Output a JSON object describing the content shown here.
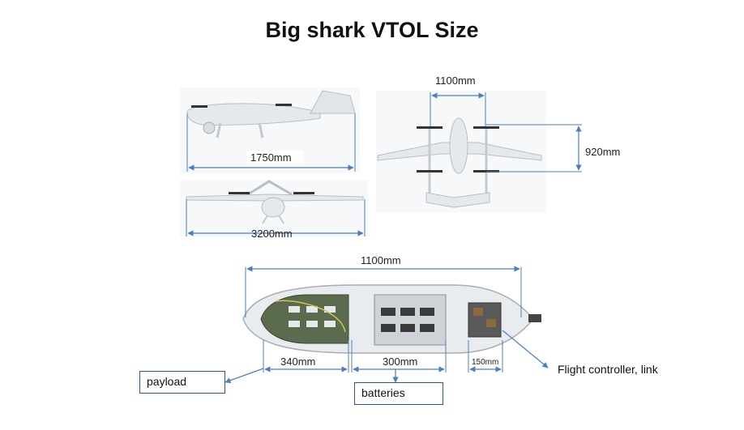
{
  "title": "Big shark VTOL Size",
  "dimensions": {
    "side_length": "1750mm",
    "wingspan": "3200mm",
    "top_rotor_spacing": "1100mm",
    "top_rotor_height": "920mm",
    "fuselage_length": "1100mm",
    "payload_bay": "340mm",
    "battery_bay": "300mm",
    "fc_bay": "150mm"
  },
  "callouts": {
    "payload": "payload",
    "batteries": "batteries",
    "flight_controller": "Flight controller, link"
  },
  "colors": {
    "dimension_line": "#4a7fc1",
    "callout_border": "#2f5597",
    "airframe": "#e6e9ec",
    "airframe_shadow": "#b9bec4"
  }
}
